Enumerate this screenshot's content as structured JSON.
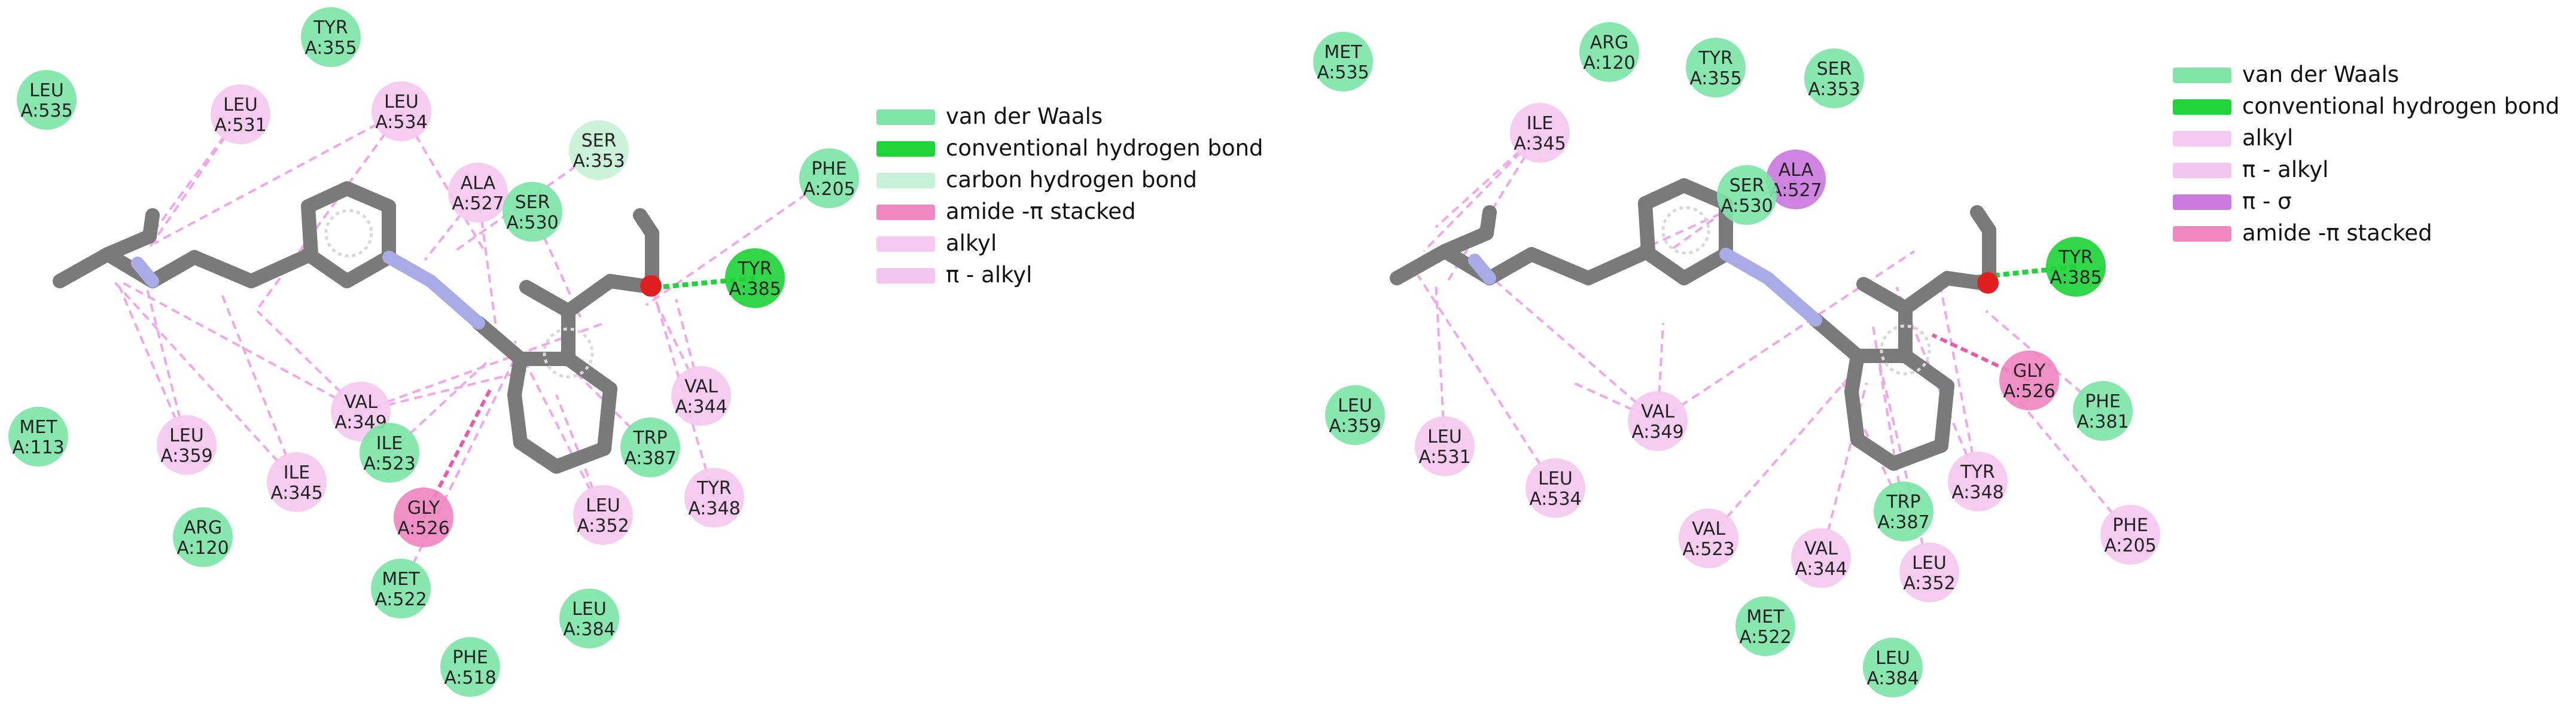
{
  "colors": {
    "vdw": "#7ee5a7",
    "hbond": "#1fd43a",
    "ch_bond": "#c8f2d7",
    "amide_pi": "#ef87c0",
    "alkyl": "#f5c9f0",
    "pi_alkyl": "#f2c6ef",
    "pi_sigma": "#cc7ae0",
    "stick": "#7a7a7a",
    "nitrogen": "#a9abe6",
    "oxygen": "#e02020"
  },
  "panels": [
    {
      "id": "left",
      "legend": [
        {
          "label": "van der Waals",
          "color_key": "vdw"
        },
        {
          "label": "conventional hydrogen bond",
          "color_key": "hbond"
        },
        {
          "label": "carbon hydrogen bond",
          "color_key": "ch_bond"
        },
        {
          "label": "amide -π stacked",
          "color_key": "amide_pi"
        },
        {
          "label": "alkyl",
          "color_key": "alkyl"
        },
        {
          "label": "π - alkyl",
          "color_key": "pi_alkyl"
        }
      ],
      "residues": [
        {
          "name": "TYR",
          "num": "A:355",
          "type": "vdw"
        },
        {
          "name": "LEU",
          "num": "A:535",
          "type": "vdw"
        },
        {
          "name": "LEU",
          "num": "A:531",
          "type": "alkyl"
        },
        {
          "name": "LEU",
          "num": "A:534",
          "type": "alkyl"
        },
        {
          "name": "SER",
          "num": "A:353",
          "type": "ch_bond"
        },
        {
          "name": "ALA",
          "num": "A:527",
          "type": "alkyl"
        },
        {
          "name": "SER",
          "num": "A:530",
          "type": "vdw"
        },
        {
          "name": "PHE",
          "num": "A:205",
          "type": "vdw"
        },
        {
          "name": "TYR",
          "num": "A:385",
          "type": "hbond"
        },
        {
          "name": "VAL",
          "num": "A:344",
          "type": "alkyl"
        },
        {
          "name": "VAL",
          "num": "A:349",
          "type": "alkyl"
        },
        {
          "name": "ILE",
          "num": "A:523",
          "type": "vdw"
        },
        {
          "name": "TRP",
          "num": "A:387",
          "type": "vdw"
        },
        {
          "name": "TYR",
          "num": "A:348",
          "type": "alkyl"
        },
        {
          "name": "MET",
          "num": "A:113",
          "type": "vdw"
        },
        {
          "name": "LEU",
          "num": "A:359",
          "type": "alkyl"
        },
        {
          "name": "ILE",
          "num": "A:345",
          "type": "alkyl"
        },
        {
          "name": "GLY",
          "num": "A:526",
          "type": "amide_pi"
        },
        {
          "name": "LEU",
          "num": "A:352",
          "type": "alkyl"
        },
        {
          "name": "ARG",
          "num": "A:120",
          "type": "vdw"
        },
        {
          "name": "MET",
          "num": "A:522",
          "type": "vdw"
        },
        {
          "name": "LEU",
          "num": "A:384",
          "type": "vdw"
        },
        {
          "name": "PHE",
          "num": "A:518",
          "type": "vdw"
        }
      ]
    },
    {
      "id": "right",
      "legend": [
        {
          "label": "van der Waals",
          "color_key": "vdw"
        },
        {
          "label": "conventional hydrogen bond",
          "color_key": "hbond"
        },
        {
          "label": "alkyl",
          "color_key": "alkyl"
        },
        {
          "label": "π - alkyl",
          "color_key": "pi_alkyl"
        },
        {
          "label": "π - σ",
          "color_key": "pi_sigma"
        },
        {
          "label": "amide -π stacked",
          "color_key": "amide_pi"
        }
      ],
      "residues": [
        {
          "name": "MET",
          "num": "A:535",
          "type": "vdw"
        },
        {
          "name": "ARG",
          "num": "A:120",
          "type": "vdw"
        },
        {
          "name": "TYR",
          "num": "A:355",
          "type": "vdw"
        },
        {
          "name": "SER",
          "num": "A:353",
          "type": "vdw"
        },
        {
          "name": "ILE",
          "num": "A:345",
          "type": "alkyl"
        },
        {
          "name": "ALA",
          "num": "A:527",
          "type": "pi_sigma"
        },
        {
          "name": "SER",
          "num": "A:530",
          "type": "vdw"
        },
        {
          "name": "TYR",
          "num": "A:385",
          "type": "hbond"
        },
        {
          "name": "GLY",
          "num": "A:526",
          "type": "amide_pi"
        },
        {
          "name": "PHE",
          "num": "A:381",
          "type": "vdw"
        },
        {
          "name": "LEU",
          "num": "A:359",
          "type": "vdw"
        },
        {
          "name": "LEU",
          "num": "A:531",
          "type": "alkyl"
        },
        {
          "name": "LEU",
          "num": "A:534",
          "type": "alkyl"
        },
        {
          "name": "VAL",
          "num": "A:349",
          "type": "alkyl"
        },
        {
          "name": "TYR",
          "num": "A:348",
          "type": "alkyl"
        },
        {
          "name": "PHE",
          "num": "A:205",
          "type": "alkyl"
        },
        {
          "name": "VAL",
          "num": "A:523",
          "type": "alkyl"
        },
        {
          "name": "VAL",
          "num": "A:344",
          "type": "alkyl"
        },
        {
          "name": "TRP",
          "num": "A:387",
          "type": "vdw"
        },
        {
          "name": "LEU",
          "num": "A:352",
          "type": "alkyl"
        },
        {
          "name": "MET",
          "num": "A:522",
          "type": "vdw"
        },
        {
          "name": "LEU",
          "num": "A:384",
          "type": "vdw"
        }
      ]
    }
  ]
}
